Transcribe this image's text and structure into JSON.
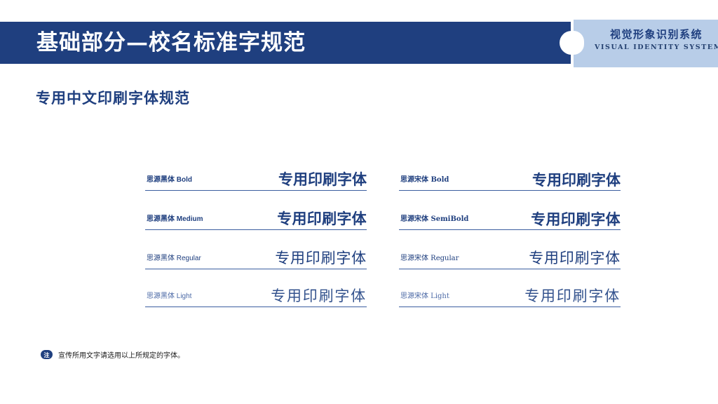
{
  "header": {
    "title": "基础部分—校名标准字规范",
    "panel_cn": "视觉形象识别系统",
    "panel_en": "VISUAL IDENTITY SYSTEM",
    "bar_color": "#1f3f7f",
    "panel_color": "#b8cde8"
  },
  "section": {
    "heading": "专用中文印刷字体规范"
  },
  "samples": {
    "left_column": [
      {
        "name": "思源黑体 Bold",
        "sample": "专用印刷字体"
      },
      {
        "name": "思源黑体 Medium",
        "sample": "专用印刷字体"
      },
      {
        "name": "思源黑体 Regular",
        "sample": "专用印刷字体"
      },
      {
        "name": "思源黑体 Light",
        "sample": "专用印刷字体"
      }
    ],
    "right_column": [
      {
        "name": "思源宋体 Bold",
        "sample": "专用印刷字体"
      },
      {
        "name": "思源宋体 SemiBold",
        "sample": "专用印刷字体"
      },
      {
        "name": "思源宋体 Regular",
        "sample": "专用印刷字体"
      },
      {
        "name": "思源宋体 Light",
        "sample": "专用印刷字体"
      }
    ]
  },
  "footnote": {
    "badge": "注",
    "text": "宣传所用文字请选用以上所规定的字体。"
  }
}
